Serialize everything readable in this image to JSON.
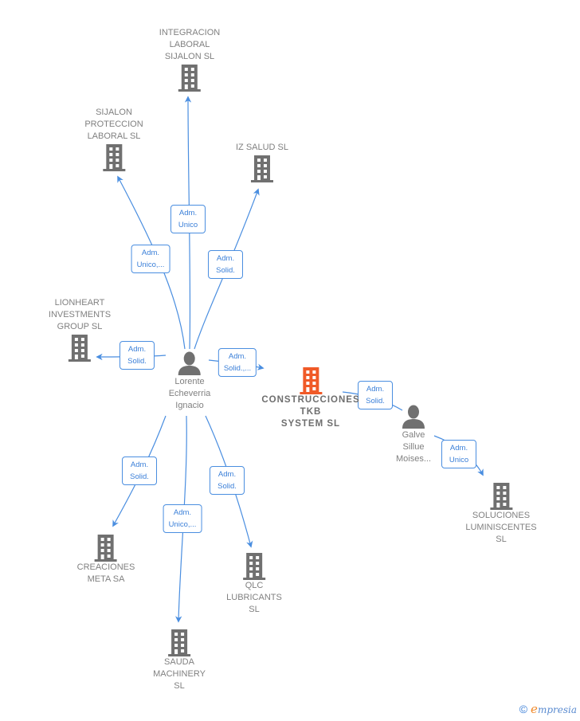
{
  "colors": {
    "edge": "#4a8ee0",
    "building": "#707070",
    "building_focus": "#f05a28",
    "person": "#707070"
  },
  "nodes": {
    "integracion": {
      "label": "INTEGRACION\nLABORAL\nSIJALON  SL",
      "type": "company",
      "icon": "building-icon"
    },
    "sijalon_proteccion": {
      "label": "SIJALON\nPROTECCION\nLABORAL  SL",
      "type": "company",
      "icon": "building-icon"
    },
    "iz_salud": {
      "label": "IZ SALUD  SL",
      "type": "company",
      "icon": "building-icon"
    },
    "lionheart": {
      "label": "LIONHEART\nINVESTMENTS\nGROUP  SL",
      "type": "company",
      "icon": "building-icon"
    },
    "lorente": {
      "label": "Lorente\nEcheverria\nIgnacio",
      "type": "person",
      "icon": "person-icon"
    },
    "construcciones": {
      "label": "CONSTRUCCIONES\nTKB\nSYSTEM  SL",
      "type": "company-focus",
      "icon": "building-icon"
    },
    "galve": {
      "label": "Galve\nSillue\nMoises...",
      "type": "person",
      "icon": "person-icon"
    },
    "soluciones": {
      "label": "SOLUCIONES\nLUMINISCENTES\nSL",
      "type": "company",
      "icon": "building-icon"
    },
    "creaciones": {
      "label": "CREACIONES\nMETA SA",
      "type": "company",
      "icon": "building-icon"
    },
    "sauda": {
      "label": "SAUDA\nMACHINERY\nSL",
      "type": "company",
      "icon": "building-icon"
    },
    "qlc": {
      "label": "QLC\nLUBRICANTS\nSL",
      "type": "company",
      "icon": "building-icon"
    }
  },
  "edges": [
    {
      "from": "lorente",
      "to": "integracion",
      "label": "Adm.\nUnico"
    },
    {
      "from": "lorente",
      "to": "sijalon_proteccion",
      "label": "Adm.\nUnico,..."
    },
    {
      "from": "lorente",
      "to": "iz_salud",
      "label": "Adm.\nSolid."
    },
    {
      "from": "lorente",
      "to": "lionheart",
      "label": "Adm.\nSolid."
    },
    {
      "from": "lorente",
      "to": "construcciones",
      "label": "Adm.\nSolid.,..."
    },
    {
      "from": "galve",
      "to": "construcciones",
      "label": "Adm.\nSolid."
    },
    {
      "from": "galve",
      "to": "soluciones",
      "label": "Adm.\nUnico"
    },
    {
      "from": "lorente",
      "to": "creaciones",
      "label": "Adm.\nSolid."
    },
    {
      "from": "lorente",
      "to": "sauda",
      "label": "Adm.\nUnico,..."
    },
    {
      "from": "lorente",
      "to": "qlc",
      "label": "Adm.\nSolid."
    }
  ],
  "credit": {
    "copyright": "©",
    "brand_initial": "e",
    "brand_rest": "mpresia"
  }
}
